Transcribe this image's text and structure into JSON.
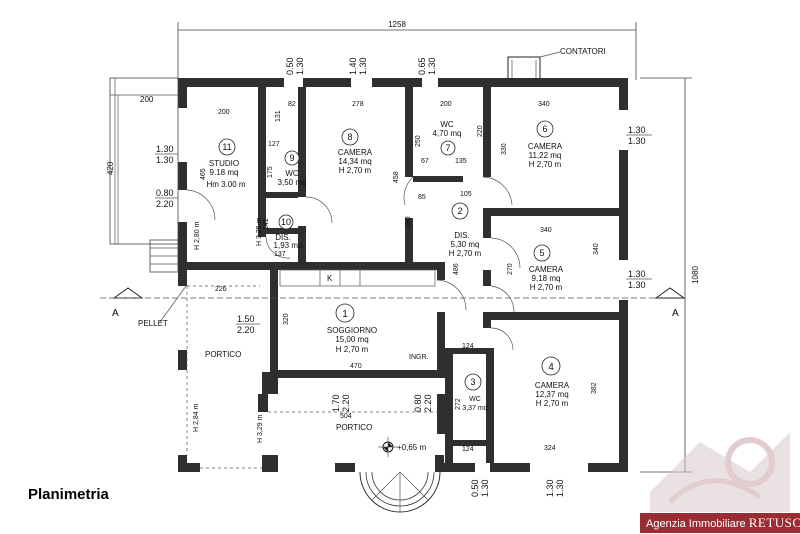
{
  "header": {
    "title": "Planimetria"
  },
  "agency": {
    "prefix": "Agenzia Immobiliare",
    "brand": "RETUSCANY"
  },
  "labels": {
    "contatori": "CONTATORI",
    "pellet": "PELLET",
    "portico": "PORTICO",
    "ingr": "INGR.",
    "section_a": "A",
    "elevation": "+0,65 m",
    "k": "K",
    "h_portico_left": "H 2,84 m",
    "h_portico_mid": "H 3,29 m",
    "h_dis": "H 3,25 m",
    "h_studio_side": "H 2,80 m"
  },
  "dimensions": {
    "overall_width": "1258",
    "overall_height": "1080",
    "w200a": "200",
    "w200b": "200",
    "w200c": "200",
    "w82": "82",
    "w278": "278",
    "w340a": "340",
    "w340b": "340",
    "w226": "226",
    "w470": "470",
    "w504": "504",
    "w324": "324",
    "w124a": "124",
    "w124b": "124",
    "w105": "105",
    "w85": "85",
    "w137": "137",
    "w127": "127",
    "w67": "67",
    "w135": "135",
    "w250": "250",
    "w220": "220",
    "w330": "330",
    "w270": "270",
    "w486": "486",
    "w458": "458",
    "w190": "190",
    "w320": "320",
    "w340c": "340",
    "w382": "382",
    "w272": "272",
    "w175": "175",
    "w131": "131",
    "w141": "141",
    "w465": "465",
    "w420": "420",
    "top_050": "0.50",
    "top_130a": "1.30",
    "top_140": "1.40",
    "top_130b": "1.30",
    "top_065": "0.65",
    "top_130c": "1.30",
    "win_130a": "1.30",
    "win_130b": "1.30",
    "win_080": "0.80",
    "win_220": "2.20",
    "win_150": "1.50",
    "win_220b": "2.20",
    "r_130a": "1.30",
    "r_130b": "1.30",
    "r_130c": "1.30",
    "r_130d": "1.30",
    "mid_170": "1.70",
    "mid_220": "2.20",
    "mid_080": "0.80",
    "mid_220b": "2.20",
    "bot_050": "0.50",
    "bot_130": "1.30",
    "bot_130b": "1.30",
    "bot_130c": "1.30"
  },
  "rooms": [
    {
      "num": "11",
      "name": "STUDIO",
      "area": "9.18 mq",
      "height": "Hm  3.00 m"
    },
    {
      "num": "9",
      "name": "WC",
      "area": "3,50 mq",
      "height": ""
    },
    {
      "num": "10",
      "name": "DIS.",
      "area": "1,93 mq",
      "height": ""
    },
    {
      "num": "8",
      "name": "CAMERA",
      "area": "14,34 mq",
      "height": "H  2,70 m"
    },
    {
      "num": "7",
      "name": "WC",
      "area": "4,70 mq",
      "height": ""
    },
    {
      "num": "6",
      "name": "CAMERA",
      "area": "11,22 mq",
      "height": "H  2,70 m"
    },
    {
      "num": "2",
      "name": "DIS.",
      "area": "5,30 mq",
      "height": "H  2,70 m"
    },
    {
      "num": "5",
      "name": "CAMERA",
      "area": "9,18 mq",
      "height": "H  2,70 m"
    },
    {
      "num": "1",
      "name": "SOGGIORNO",
      "area": "15,00 mq",
      "height": "H  2,70 m"
    },
    {
      "num": "3",
      "name": "WC",
      "area": "3,37 mq",
      "height": ""
    },
    {
      "num": "4",
      "name": "CAMERA",
      "area": "12,37 mq",
      "height": "H  2,70 m"
    }
  ]
}
